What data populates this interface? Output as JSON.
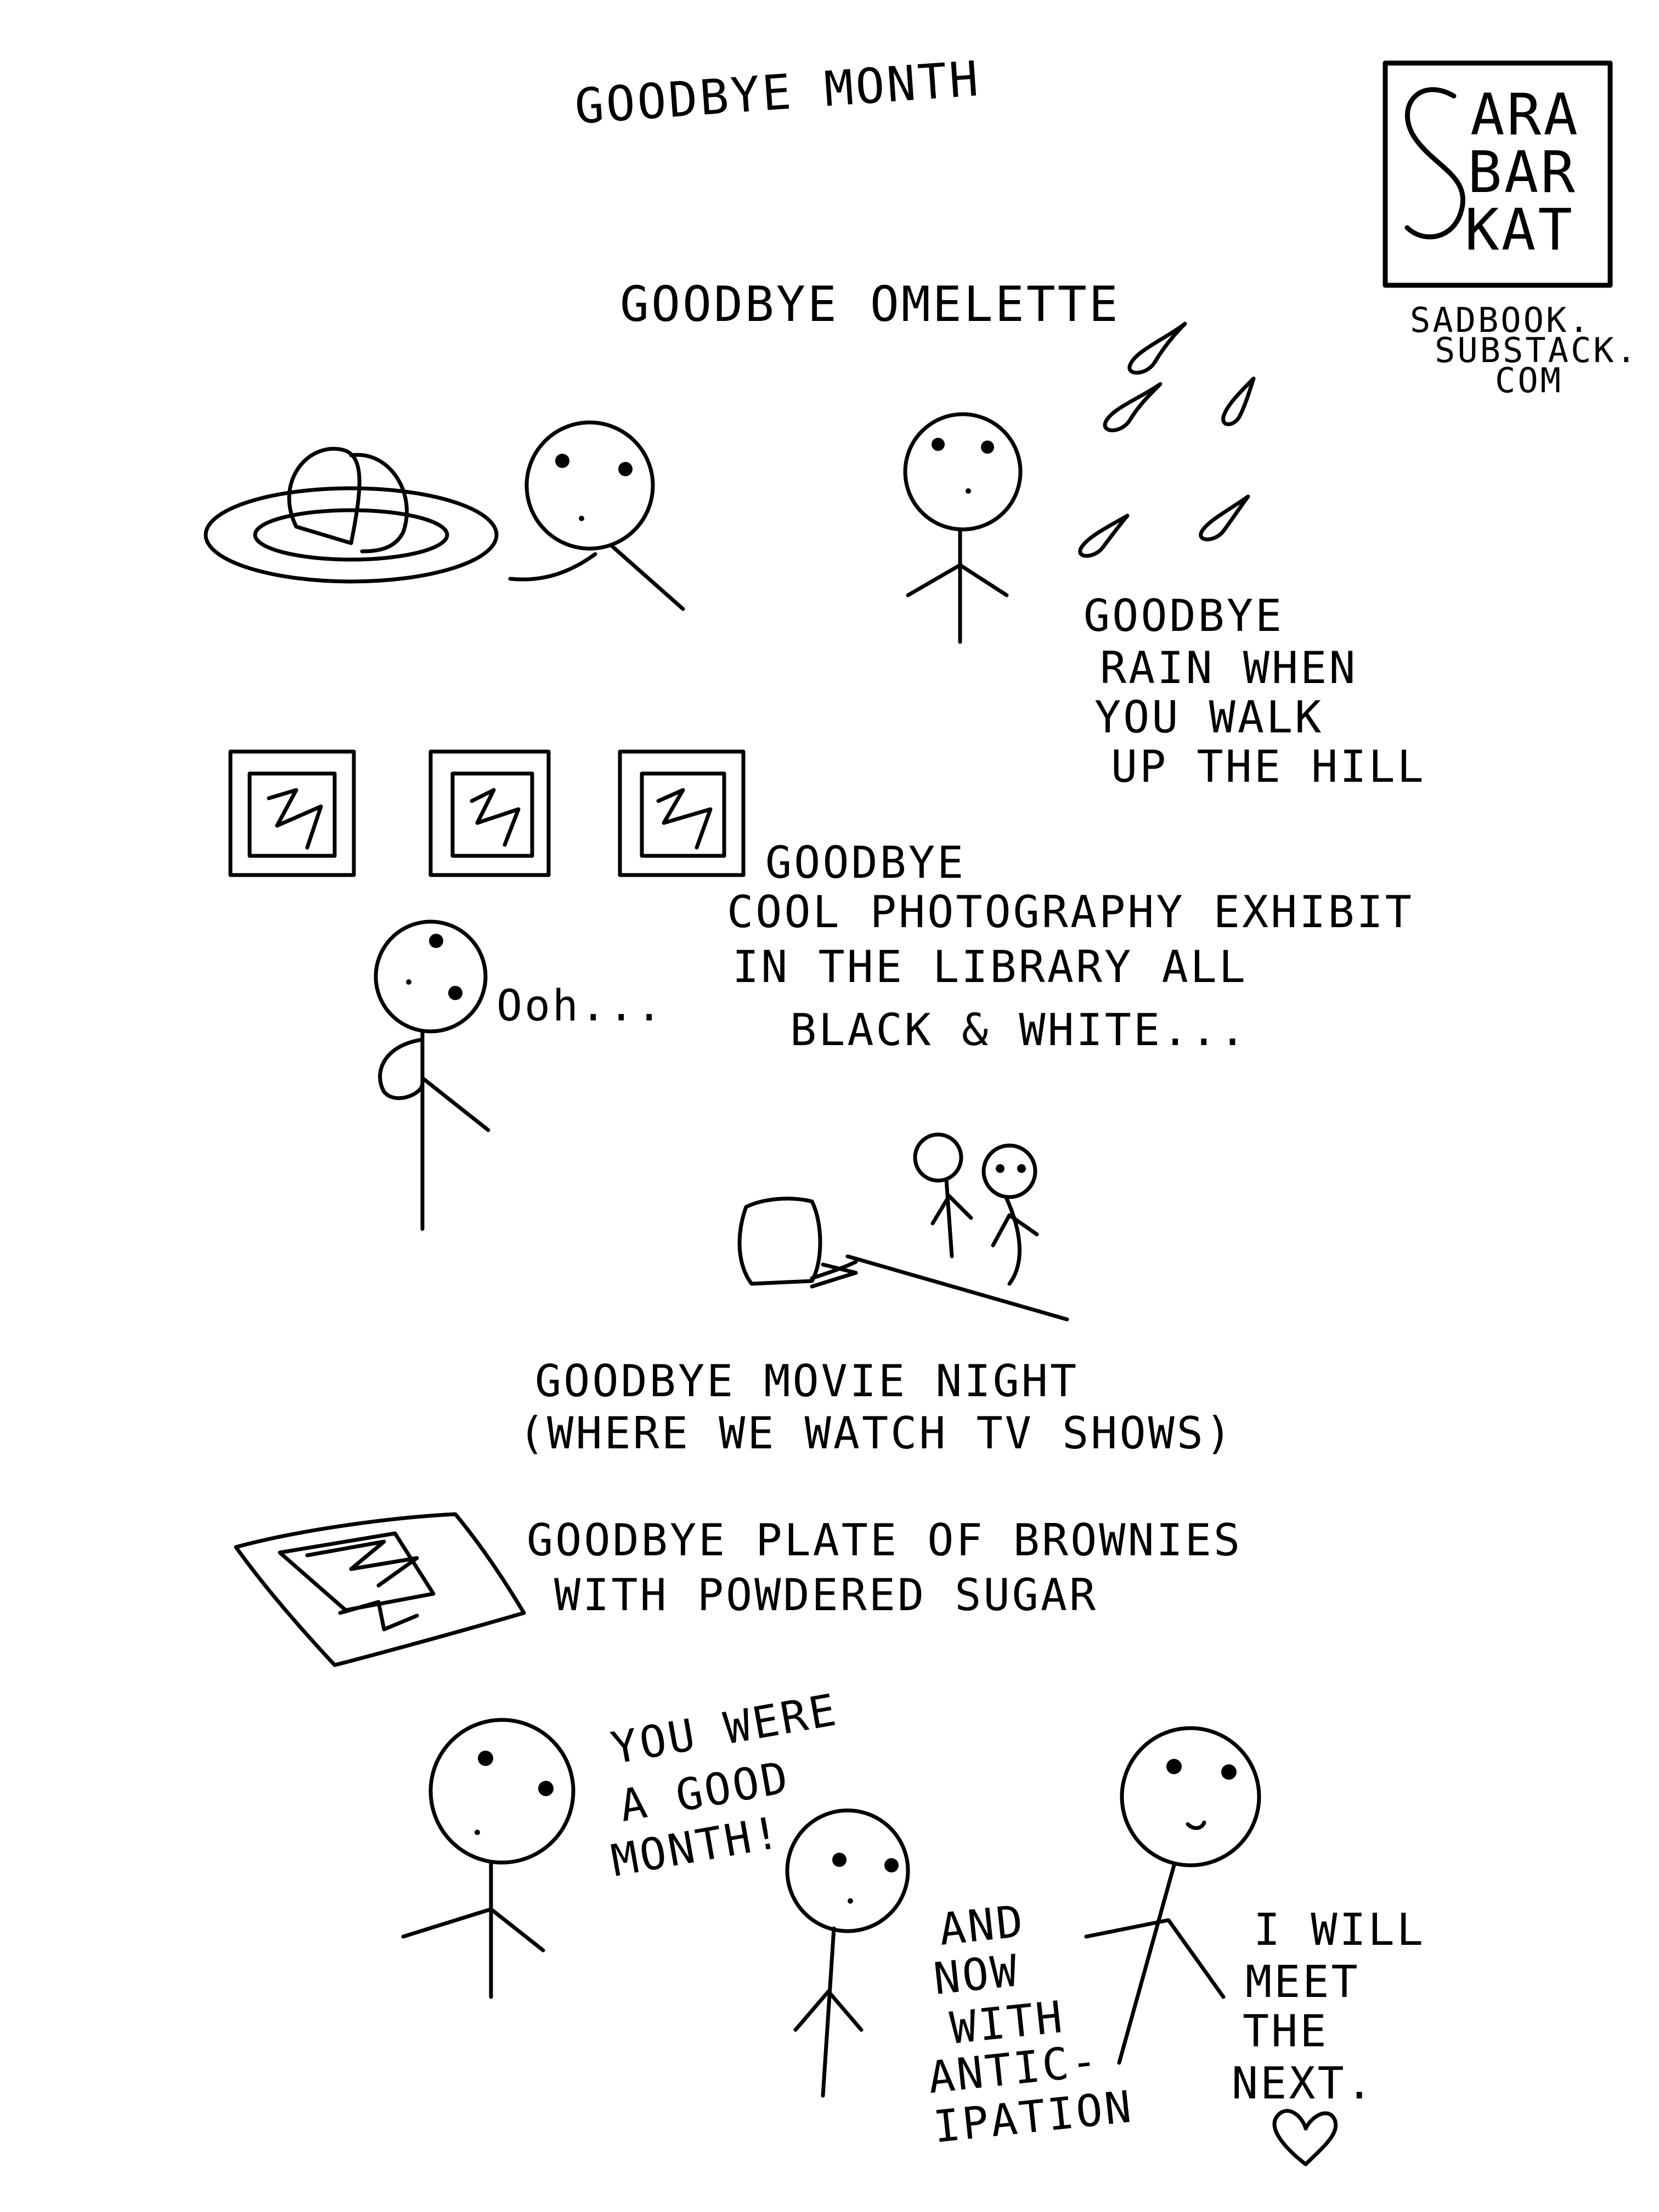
{
  "colors": {
    "ink": "#000000",
    "paper": "#ffffff"
  },
  "comic": {
    "title": "GOODBYE MONTH",
    "logo": {
      "initial": "S",
      "line1": "ARA",
      "line2": "BAR",
      "line3": "KAT"
    },
    "url": {
      "line1": "SADBOOK.",
      "line2": "SUBSTACK.",
      "line3": "COM"
    },
    "omelette": {
      "caption": "GOODBYE OMELETTE"
    },
    "rain": {
      "lines": [
        "GOODBYE",
        "RAIN WHEN",
        "YOU WALK",
        "UP THE HILL"
      ]
    },
    "exhibit": {
      "lines": [
        "GOODBYE",
        "COOL PHOTOGRAPHY EXHIBIT",
        "IN THE LIBRARY ALL",
        "BLACK & WHITE..."
      ],
      "speech": "Ooh..."
    },
    "movie": {
      "lines": [
        "GOODBYE MOVIE NIGHT",
        "(WHERE WE WATCH TV SHOWS)"
      ]
    },
    "brownies": {
      "lines": [
        "GOODBYE PLATE OF BROWNIES",
        "WITH POWDERED SUGAR"
      ]
    },
    "farewell": {
      "speech1": [
        "YOU WERE",
        "A GOOD",
        "MONTH!"
      ],
      "speech2": [
        "AND",
        "NOW",
        "WITH",
        "ANTIC-",
        "IPATION"
      ],
      "speech3": [
        "I WILL",
        "MEET",
        "THE",
        "NEXT."
      ],
      "heart_icon": "heart-icon"
    }
  }
}
